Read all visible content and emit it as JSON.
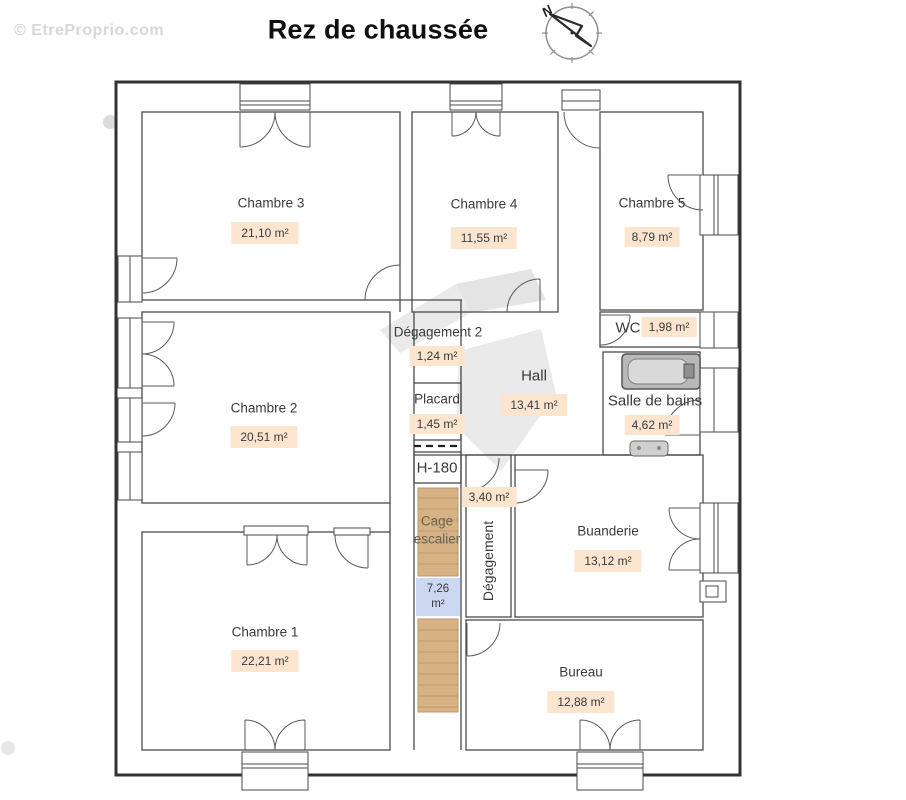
{
  "watermark": {
    "text": "© EtreProprio.com"
  },
  "title": "Rez de chaussée",
  "compass": {
    "north_label": "N"
  },
  "rooms": {
    "chambre3": {
      "name": "Chambre 3",
      "area": "21,10 m²"
    },
    "chambre4": {
      "name": "Chambre 4",
      "area": "11,55 m²"
    },
    "chambre5": {
      "name": "Chambre 5",
      "area": "8,79 m²"
    },
    "degagement2": {
      "name": "Dégagement 2",
      "area": "1,24 m²"
    },
    "hall": {
      "name": "Hall",
      "area": "13,41 m²"
    },
    "wc": {
      "name": "WC",
      "area": "1,98 m²"
    },
    "salle_de_bains": {
      "name": "Salle de bains",
      "area": "4,62 m²"
    },
    "chambre2": {
      "name": "Chambre 2",
      "area": "20,51 m²"
    },
    "placard": {
      "name": "Placard",
      "area": "1,45 m²"
    },
    "h180": {
      "name": "H-180"
    },
    "cage_escalier": {
      "name": "Cage escalier",
      "area": "7,26 m²"
    },
    "degagement": {
      "name": "Dégagement",
      "area": "3,40 m²"
    },
    "buanderie": {
      "name": "Buanderie",
      "area": "13,12 m²"
    },
    "chambre1": {
      "name": "Chambre 1",
      "area": "22,21 m²"
    },
    "bureau": {
      "name": "Bureau",
      "area": "12,88 m²"
    }
  },
  "colors": {
    "area_badge_bg": "#fce5cf",
    "stair_fill": "#d6b285",
    "stair_area_bg": "#ccd8f1",
    "wall": "#3f3f3f",
    "watermark_gray": "#d7d7d7"
  }
}
